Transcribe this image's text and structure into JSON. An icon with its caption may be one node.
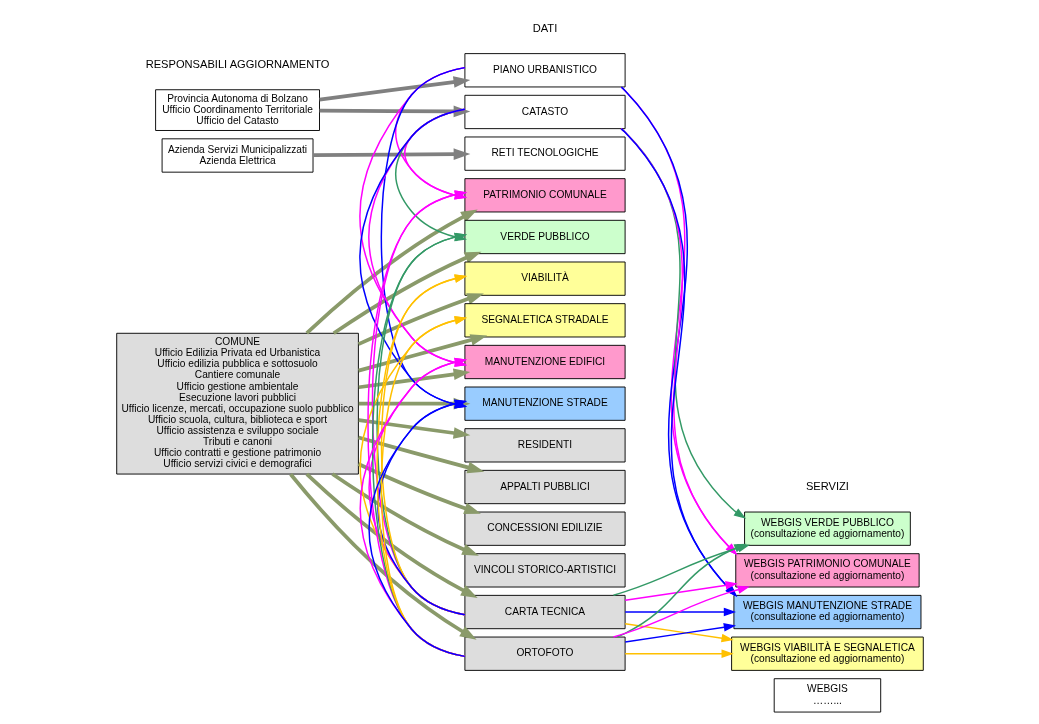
{
  "diagram": {
    "nodes": [
      {
        "text": [
          "Provincia Autonoma di Bolzano",
          "Ufficio Coordinamento Territoriale",
          "Ufficio del Catasto"
        ]
      },
      {
        "text": [
          "Azienda Servizi Municipalizzati",
          "Azienda Elettrica"
        ]
      },
      {
        "text": [
          "COMUNE",
          "Ufficio Edilizia Privata ed Urbanistica",
          "Ufficio edilizia pubblica e sottosuolo",
          "Cantiere comunale",
          "Ufficio gestione ambientale",
          "Esecuzione lavori pubblici",
          "Ufficio licenze, mercati, occupazione suolo pubblico",
          "Ufficio scuola, cultura, biblioteca e sport",
          "Ufficio assistenza e sviluppo sociale",
          "Tributi e canoni",
          "Ufficio contratti e gestione patrimonio",
          "Ufficio servizi civici e demografici"
        ]
      },
      {
        "text": [
          "PIANO URBANISTICO"
        ]
      },
      {
        "text": [
          "CATASTO"
        ]
      },
      {
        "text": [
          "RETI TECNOLOGICHE"
        ]
      },
      {
        "text": [
          "PATRIMONIO COMUNALE"
        ]
      },
      {
        "text": [
          "VERDE PUBBLICO"
        ]
      },
      {
        "text": [
          "VIABILITÀ"
        ]
      },
      {
        "text": [
          "SEGNALETICA STRADALE"
        ]
      },
      {
        "text": [
          "MANUTENZIONE EDIFICI"
        ]
      },
      {
        "text": [
          "MANUTENZIONE STRADE"
        ]
      },
      {
        "text": [
          "RESIDENTI"
        ]
      },
      {
        "text": [
          "APPALTI PUBBLICI"
        ]
      },
      {
        "text": [
          "CONCESSIONI EDILIZIE"
        ]
      },
      {
        "text": [
          "VINCOLI STORICO-ARTISTICI"
        ]
      },
      {
        "text": [
          "CARTA TECNICA"
        ]
      },
      {
        "text": [
          "ORTOFOTO"
        ]
      },
      {
        "text": [
          "WEBGIS VERDE PUBBLICO",
          "(consultazione ed aggiornamento)"
        ]
      },
      {
        "text": [
          "WEBGIS PATRIMONIO COMUNALE",
          "(consultazione ed aggiornamento)"
        ]
      },
      {
        "text": [
          "WEBGIS MANUTENZIONE STRADE",
          "(consultazione ed aggiornamento)"
        ]
      },
      {
        "text": [
          "WEBGIS VIABILITÀ E SEGNALETICA",
          "(consultazione ed aggiornamento)"
        ]
      },
      {
        "text": [
          "WEBGIS",
          "……..."
        ]
      }
    ],
    "edges": [
      {
        "from": 0,
        "to": 3,
        "arrow": "to",
        "style": "thick",
        "color": "#808080"
      },
      {
        "from": 0,
        "to": 4,
        "arrow": "to",
        "style": "thick",
        "color": "#808080"
      },
      {
        "from": 1,
        "to": 5,
        "arrow": "to",
        "style": "thick",
        "color": "#808080"
      },
      {
        "from": 2,
        "to": 6,
        "arrow": "to",
        "style": "thick",
        "color": "#8a9a6a"
      },
      {
        "from": 2,
        "to": 7,
        "arrow": "to",
        "style": "thick",
        "color": "#8a9a6a"
      },
      {
        "from": 2,
        "to": 8,
        "arrow": "to",
        "style": "thick",
        "color": "#8a9a6a"
      },
      {
        "from": 2,
        "to": 9,
        "arrow": "to",
        "style": "thick",
        "color": "#8a9a6a"
      },
      {
        "from": 2,
        "to": 10,
        "arrow": "to",
        "style": "thick",
        "color": "#8a9a6a"
      },
      {
        "from": 2,
        "to": 11,
        "arrow": "to",
        "style": "thick",
        "color": "#8a9a6a"
      },
      {
        "from": 2,
        "to": 12,
        "arrow": "to",
        "style": "thick",
        "color": "#8a9a6a"
      },
      {
        "from": 2,
        "to": 13,
        "arrow": "to",
        "style": "thick",
        "color": "#8a9a6a"
      },
      {
        "from": 2,
        "to": 14,
        "arrow": "to",
        "style": "thick",
        "color": "#8a9a6a"
      },
      {
        "from": 2,
        "to": 15,
        "arrow": "to",
        "style": "thick",
        "color": "#8a9a6a"
      },
      {
        "from": 2,
        "to": 16,
        "arrow": "to",
        "style": "thick",
        "color": "#8a9a6a"
      },
      {
        "from": 2,
        "to": 17,
        "arrow": "to",
        "style": "thick",
        "color": "#8a9a6a"
      },
      {
        "from": 3,
        "to": 20,
        "arrow": "to",
        "color": "#0000ff"
      },
      {
        "from": 4,
        "to": 20,
        "arrow": "to",
        "color": "#0000ff"
      },
      {
        "from": 16,
        "to": 20,
        "arrow": "to",
        "color": "#0000ff"
      },
      {
        "from": 17,
        "to": 20,
        "arrow": "to",
        "color": "#0000ff"
      },
      {
        "from": 3,
        "to": 11,
        "arrow": "to",
        "color": "#0000ff"
      },
      {
        "from": 4,
        "to": 11,
        "arrow": "to",
        "color": "#0000ff"
      },
      {
        "from": 16,
        "to": 11,
        "arrow": "to",
        "color": "#0000ff"
      },
      {
        "from": 17,
        "to": 11,
        "arrow": "to",
        "color": "#0000ff"
      },
      {
        "from": 3,
        "to": 19,
        "arrow": "to",
        "color": "#ff00ff"
      },
      {
        "from": 4,
        "to": 19,
        "arrow": "to",
        "color": "#ff00ff"
      },
      {
        "from": 16,
        "to": 19,
        "arrow": "to",
        "color": "#ff00ff"
      },
      {
        "from": 17,
        "to": 19,
        "arrow": "to",
        "color": "#ff00ff"
      },
      {
        "from": 3,
        "to": 6,
        "arrow": "to",
        "color": "#ff00ff"
      },
      {
        "from": 4,
        "to": 6,
        "arrow": "to",
        "color": "#ff00ff"
      },
      {
        "from": 16,
        "to": 6,
        "arrow": "to",
        "color": "#ff00ff"
      },
      {
        "from": 17,
        "to": 6,
        "arrow": "to",
        "color": "#ff00ff"
      },
      {
        "from": 3,
        "to": 10,
        "arrow": "to",
        "color": "#ff00ff"
      },
      {
        "from": 4,
        "to": 10,
        "arrow": "to",
        "color": "#ff00ff"
      },
      {
        "from": 16,
        "to": 10,
        "arrow": "to",
        "color": "#ff00ff"
      },
      {
        "from": 17,
        "to": 10,
        "arrow": "to",
        "color": "#ff00ff"
      },
      {
        "from": 4,
        "to": 18,
        "arrow": "to",
        "color": "#339966"
      },
      {
        "from": 16,
        "to": 18,
        "arrow": "to",
        "color": "#339966"
      },
      {
        "from": 17,
        "to": 18,
        "arrow": "to",
        "color": "#339966"
      },
      {
        "from": 4,
        "to": 7,
        "arrow": "to",
        "color": "#339966"
      },
      {
        "from": 16,
        "to": 7,
        "arrow": "to",
        "color": "#339966"
      },
      {
        "from": 17,
        "to": 7,
        "arrow": "to",
        "color": "#339966"
      },
      {
        "from": 16,
        "to": 8,
        "arrow": "to",
        "color": "#ffc000"
      },
      {
        "from": 17,
        "to": 8,
        "arrow": "to",
        "color": "#ffc000"
      },
      {
        "from": 16,
        "to": 9,
        "arrow": "to",
        "color": "#ffc000"
      },
      {
        "from": 17,
        "to": 9,
        "arrow": "to",
        "color": "#ffc000"
      },
      {
        "from": 16,
        "to": 21,
        "arrow": "to",
        "color": "#ffc000"
      },
      {
        "from": 17,
        "to": 21,
        "arrow": "to",
        "color": "#ffc000"
      }
    ],
    "labels": [
      "RESPONSABILI AGGIORNAMENTO",
      "DATI",
      "SERVIZI"
    ]
  }
}
